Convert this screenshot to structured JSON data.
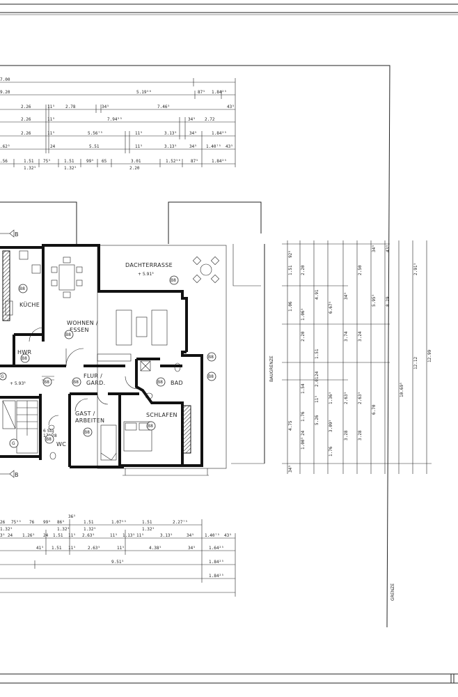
{
  "rooms": {
    "kueche": "KÜCHE",
    "wohnen_1": "WOHNEN /",
    "wohnen_2": "ESSEN",
    "dachterrasse": "DACHTERRASSE",
    "terrasse_level": "+ 5.91³",
    "hwr": "HWR",
    "flur_1": "FLUR /",
    "flur_2": "GARD.",
    "bad": "BAD",
    "gast_1": "GAST /",
    "gast_2": "ARBEITEN",
    "schlafen": "SCHLAFEN",
    "wc": "WC",
    "stair_level": "+ 5.93³",
    "stair_note_1": "6 Stg",
    "stair_note_2": "17⁷/28"
  },
  "tags": {
    "b8": "B8",
    "g": "G",
    "b": "B"
  },
  "labels": {
    "baugrenze": "BAUGRENZE",
    "grenze": "GRENZE"
  },
  "top_dims": {
    "row1": [
      "7.00"
    ],
    "row2": [
      "9.20",
      "5.19⁵⁰",
      "87⁵",
      "1.84²⁵"
    ],
    "row3": [
      "2.26",
      "11⁵",
      "2.78",
      "34⁵",
      "7.46⁵",
      "43⁵"
    ],
    "row4": [
      "2.26",
      "11⁵",
      "7.94⁵⁵",
      "34⁵",
      "2.72"
    ],
    "row5": [
      "2.26",
      "11⁵",
      "5.56⁷⁵",
      "11⁵",
      "3.13⁵",
      "34⁵",
      "1.84²⁵"
    ],
    "row6": [
      ".62⁵",
      "24",
      "5.51",
      "11⁵",
      "3.13⁵",
      "34⁵",
      "1.40⁷⁵",
      "43⁵"
    ],
    "row7": [
      ".56",
      "1.51",
      "75⁵",
      "1.51",
      "99⁵",
      "65",
      "3.01",
      "1.52⁵⁰",
      "87⁵",
      "1.84²⁵"
    ],
    "row7_sub": [
      "1.32⁵",
      "1.32⁵",
      "2.20"
    ]
  },
  "bottom_dims": {
    "top_mark": "36⁵",
    "row1": [
      "26",
      "75⁵⁵",
      "76",
      "99⁵",
      "86⁵",
      "1.51",
      "1.07⁵⁵",
      "1.51",
      "2.27⁷⁵"
    ],
    "row1_sub": [
      "1.32⁵",
      "1.32⁵",
      "1.32⁵",
      "1.32⁵"
    ],
    "row2": [
      "3⁵ 24",
      "1.26⁵",
      "24",
      "1.51",
      "11⁵",
      "2.63⁵",
      "11⁵",
      "1.13⁵",
      "11⁵",
      "3.13⁵",
      "34⁵",
      "1.40⁷⁵",
      "43⁵"
    ],
    "row3": [
      "41⁵",
      "1.51",
      "11⁵",
      "2.63⁵",
      "11⁵",
      "4.38⁵",
      "34⁵",
      "1.64²⁵"
    ],
    "row4": [
      "9.51⁵",
      "1.84²⁵"
    ],
    "row5": [
      "1.84²⁵"
    ]
  },
  "side_dims": {
    "c1": [
      "4.75",
      "34⁵",
      "1.06",
      "1.51",
      "92⁵"
    ],
    "c2": [
      "1.00⁵",
      "24",
      "1.76",
      "1.54",
      "2.20",
      "1.06⁵",
      "2.20"
    ],
    "c3": [
      "5.26",
      "11⁵",
      "1.51",
      "2.01",
      "24",
      "4.91"
    ],
    "c4": [
      "1.76",
      "3.09⁵",
      "1.36⁵",
      "6.67⁵"
    ],
    "c5": [
      "3.28",
      "2.63⁵",
      "3.74",
      "34⁵"
    ],
    "c6": [
      "3.28",
      "2.63⁵",
      "3.24",
      "2.50"
    ],
    "c7": [
      "6.70",
      "5.95⁵",
      "34⁵"
    ],
    "c8": [
      "8.29",
      "43⁵"
    ],
    "c9": [
      "10.69⁵",
      "12.12",
      "2.91⁵"
    ],
    "c10": [
      "12.99"
    ]
  }
}
